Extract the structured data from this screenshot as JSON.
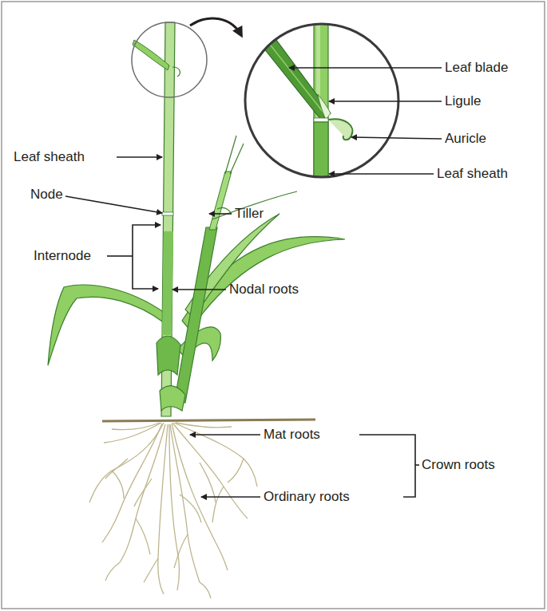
{
  "diagram": {
    "labels": [
      "Leaf blade",
      "Ligule",
      "Auricle",
      "Leaf sheath",
      "Leaf sheath",
      "Node",
      "Tiller",
      "Internode",
      "Nodal roots",
      "Mat roots",
      "Crown roots",
      "Ordinary roots"
    ]
  }
}
